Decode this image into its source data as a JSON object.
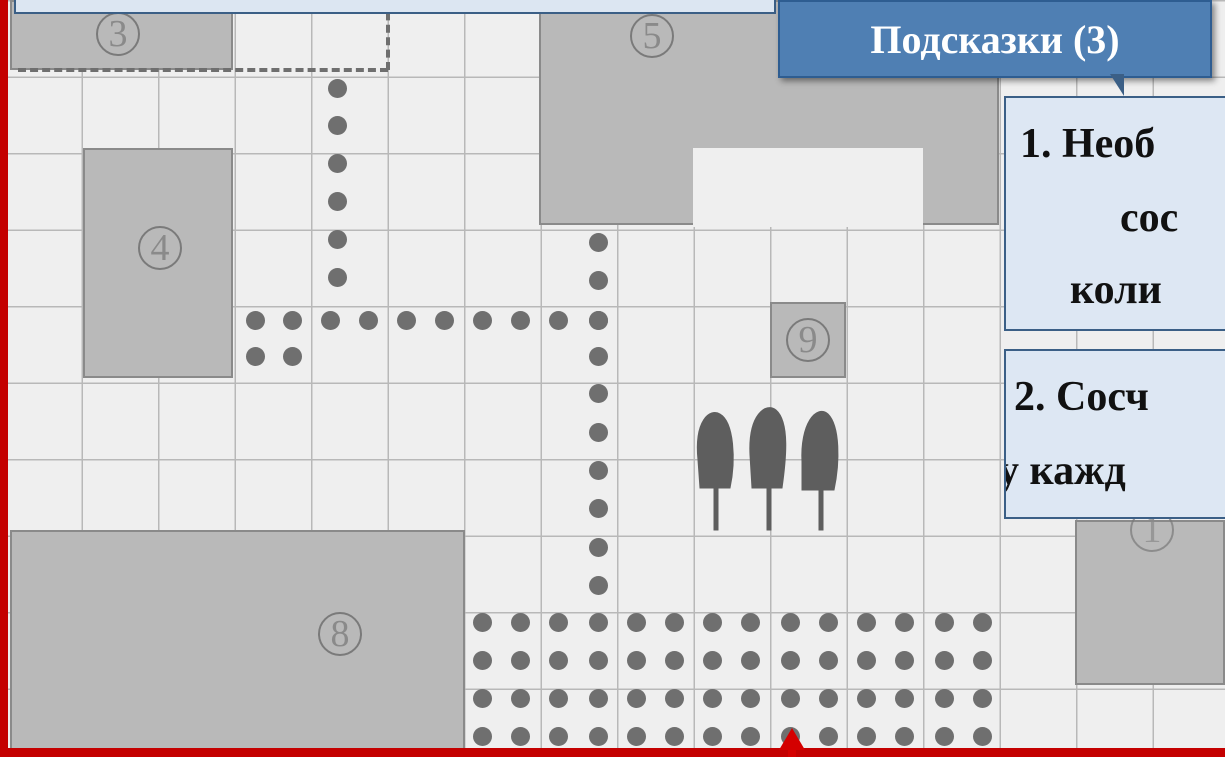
{
  "hints_button": {
    "label": "Подсказки (3)"
  },
  "hints": [
    {
      "lines": [
        "1. Необ",
        "сос",
        "коли"
      ]
    },
    {
      "lines": [
        "2. Сосч",
        "у кажд"
      ]
    }
  ],
  "map": {
    "building_numbers": [
      "3",
      "4",
      "5",
      "8",
      "9",
      "1"
    ]
  },
  "colors": {
    "frame": "#c40000",
    "hint_bg": "#dde7f3",
    "button_bg": "#4f7fb3",
    "pointer_arrow": "#d40000"
  }
}
